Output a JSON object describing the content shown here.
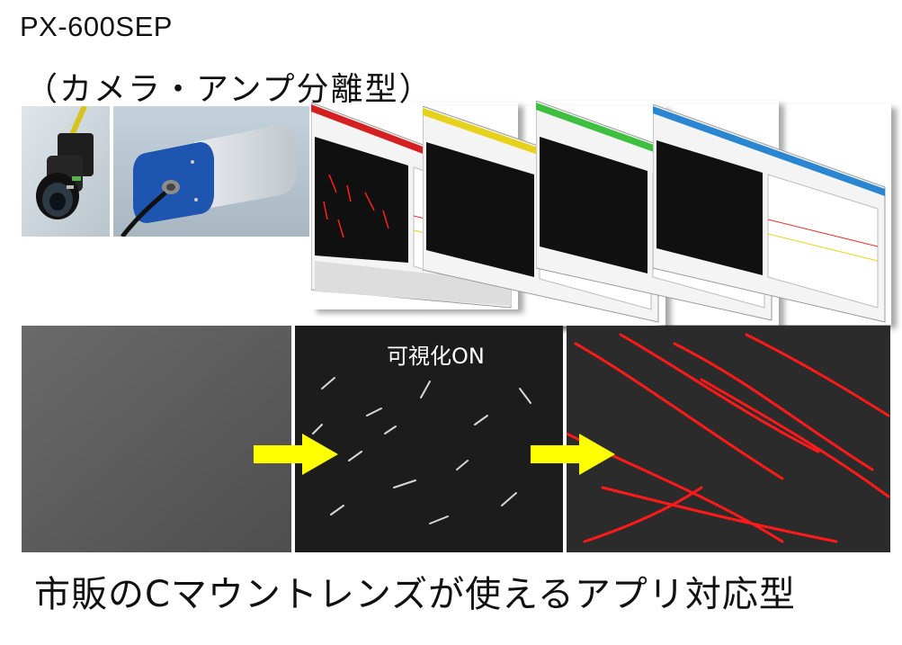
{
  "header": {
    "model": "PX-600SEP",
    "subtitle": "（カメラ・アンプ分離型）"
  },
  "screens": [
    {
      "accent": "#d42020"
    },
    {
      "accent": "#e6d21a"
    },
    {
      "accent": "#3fbf3f"
    },
    {
      "accent": "#2a86d0"
    }
  ],
  "processing_strip": {
    "overlay_label": "可視化ON",
    "arrow_color": "#ffff00",
    "streak_color": "#ff1a1a"
  },
  "footer": {
    "text": "市販のCマウントレンズが使えるアプリ対応型"
  }
}
